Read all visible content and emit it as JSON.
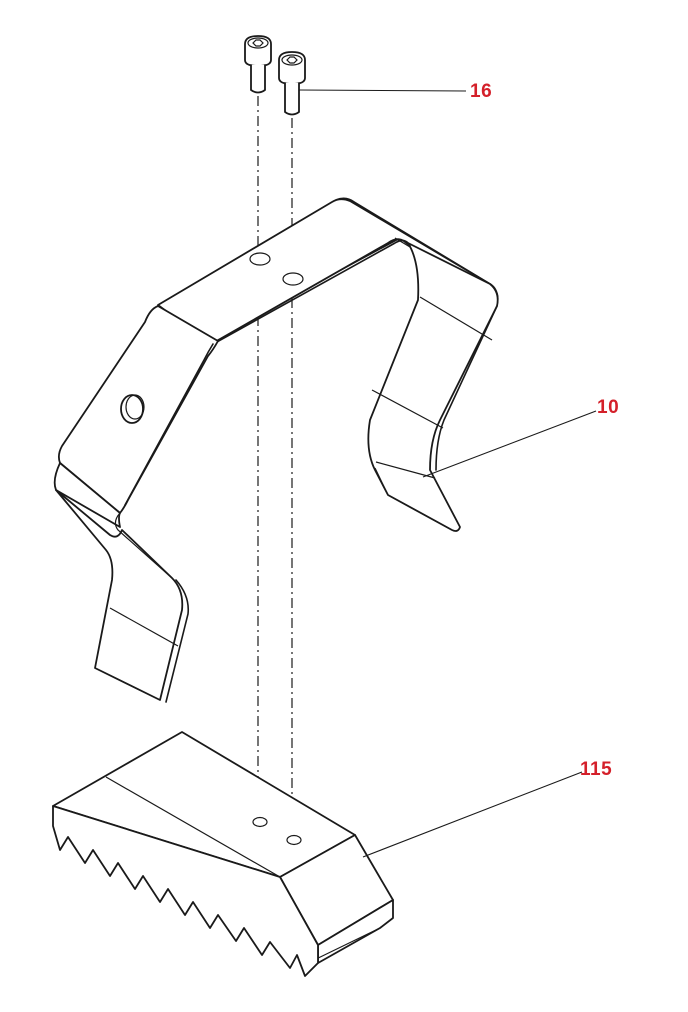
{
  "diagram": {
    "type": "exploded-parts-view",
    "accent_color": "#d4202a",
    "callouts": [
      {
        "id": "16",
        "label": "16",
        "part": "socket-head-cap-screw (x2)"
      },
      {
        "id": "10",
        "label": "10",
        "part": "bent-bracket"
      },
      {
        "id": "115",
        "label": "115",
        "part": "toothed-pad"
      }
    ]
  }
}
